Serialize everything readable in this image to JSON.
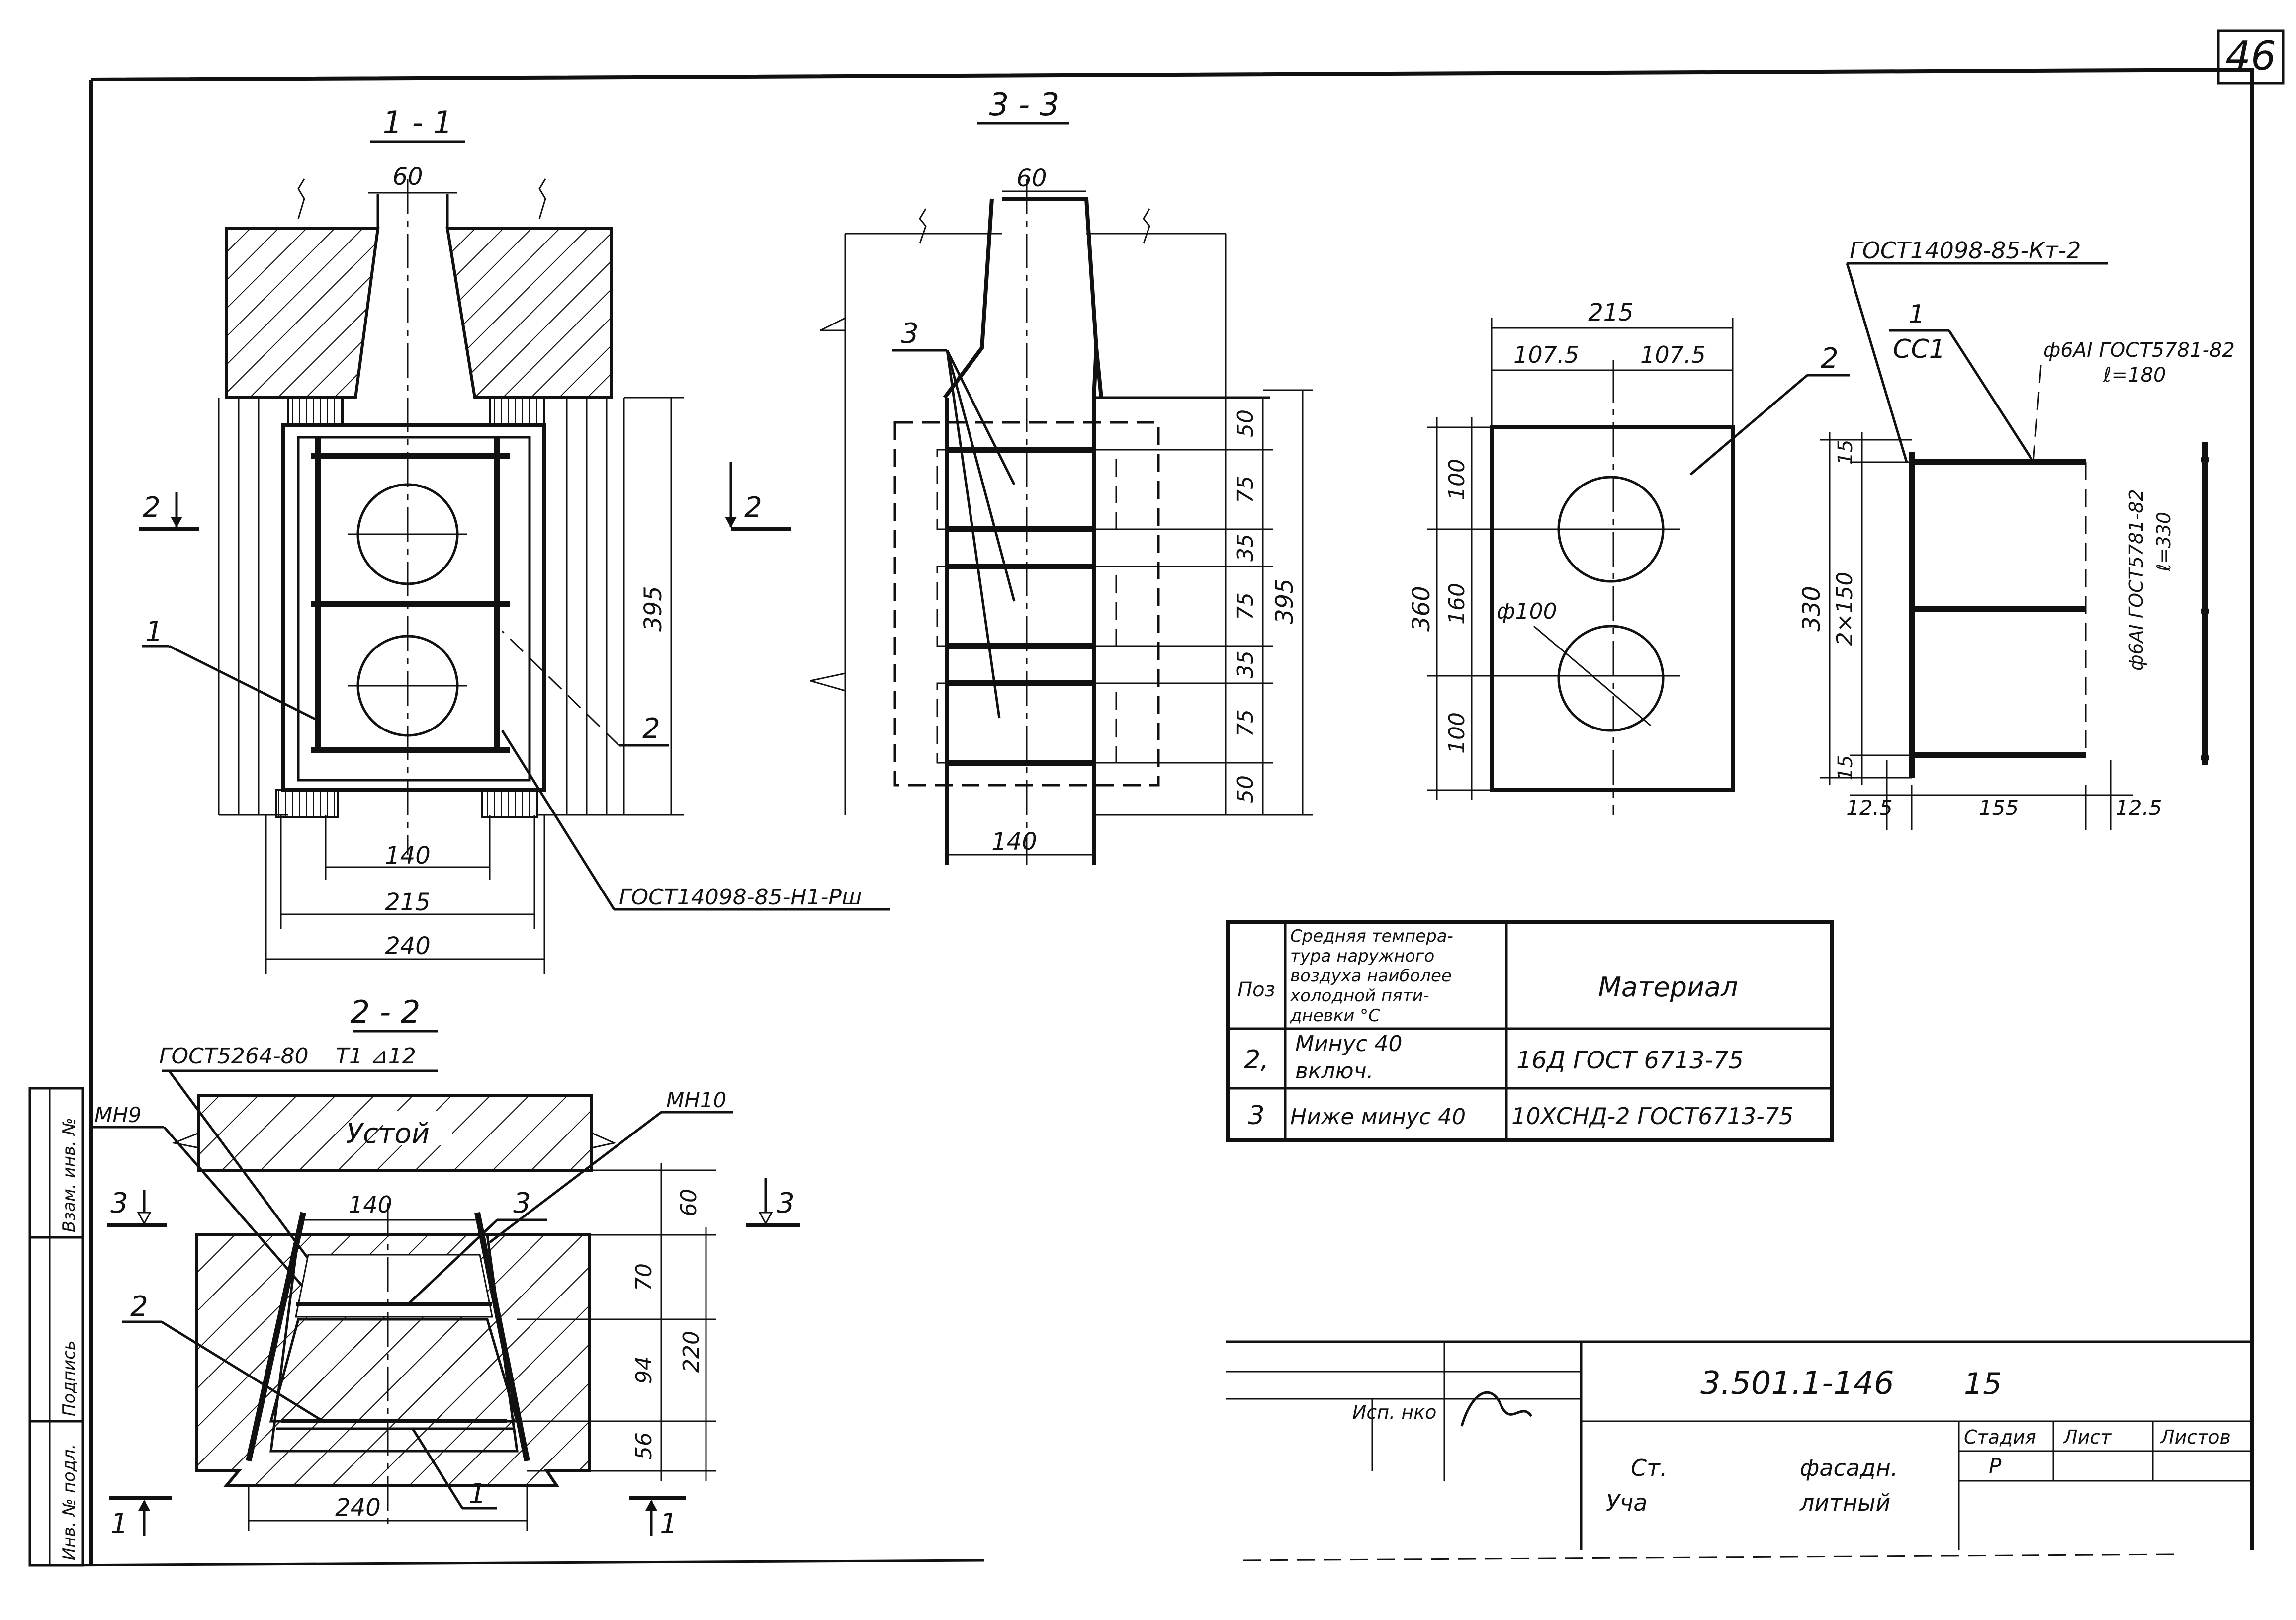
{
  "sheet": {
    "number": "46"
  },
  "section_1_1": {
    "title": "1 - 1",
    "dims": {
      "top": "60",
      "w140": "140",
      "w215": "215",
      "w240": "240",
      "h395": "395"
    },
    "cut_mark": "2",
    "callouts": {
      "p1": "1",
      "p2": "2",
      "gost": "ГОСТ14098-85-Н1-Рш"
    }
  },
  "section_3_3": {
    "title": "3 - 3",
    "dims": {
      "top": "60",
      "bottom": "140",
      "chain": [
        "50",
        "75",
        "35",
        "75",
        "35",
        "75",
        "50"
      ],
      "total": "395"
    },
    "callout": "3"
  },
  "plate_2": {
    "dims": {
      "w": "215",
      "half_l": "107.5",
      "half_r": "107.5",
      "h": "360",
      "v1": "100",
      "v2": "160",
      "v3": "100",
      "hole": "ф100"
    },
    "callout": "2"
  },
  "part_cc1": {
    "gost_top": "ГОСТ14098-85-Кт-2",
    "mark_num": "1",
    "mark_name": "СС1",
    "bar_h_1": "ф6АI  ГОСТ5781-82",
    "bar_h_2": "ℓ=180",
    "bar_v_1": "ф6АI  ГОСТ5781-82",
    "bar_v_2": "ℓ=330",
    "dims": {
      "top": "15",
      "mid": "2×150",
      "bot": "15",
      "total": "330",
      "w1": "12.5",
      "w2": "155",
      "w3": "12.5"
    }
  },
  "section_2_2": {
    "title": "2 - 2",
    "gost": "ГОСТ5264-80",
    "weld": "Т1 ⊿12",
    "mark_left": "МН9",
    "mark_right": "МН10",
    "abutment": "Устой",
    "cut_mark_3": "3",
    "cut_mark_1": "1",
    "dims": {
      "top": "140",
      "bottom": "240",
      "h60": "60",
      "h70": "70",
      "h94": "94",
      "h56": "56",
      "h220": "220"
    },
    "callouts": {
      "p1": "1",
      "p2": "2",
      "p3": "3"
    }
  },
  "materials_table": {
    "headers": {
      "pos": "Поз",
      "temp": [
        "Средняя темпера-",
        "тура наружного",
        "воздуха наиболее",
        "холодной пяти-",
        "дневки °С"
      ],
      "material": "Материал"
    },
    "rows": [
      {
        "pos": [
          "2,"
        ],
        "temp": [
          "Минус 40",
          "включ."
        ],
        "material": "16Д  ГОСТ 6713-75"
      },
      {
        "pos": [
          "3"
        ],
        "temp": [
          "Ниже минус 40"
        ],
        "material": "10ХСНД-2 ГОСТ6713-75"
      }
    ]
  },
  "title_block": {
    "code": "3.501.1-146",
    "sheet": "15",
    "stage_label": "Стадия",
    "stage": "Р",
    "sheet_label": "Лист",
    "sheets_label": "Листов",
    "rows_left": [
      "Ст.",
      "Уча"
    ],
    "rows_right": [
      "фасадн.",
      "литный"
    ],
    "sig_label": "Исп. нко"
  },
  "margin_stamp": [
    "Инв. № подл.",
    "Подпись",
    "Взам. инв. №"
  ]
}
